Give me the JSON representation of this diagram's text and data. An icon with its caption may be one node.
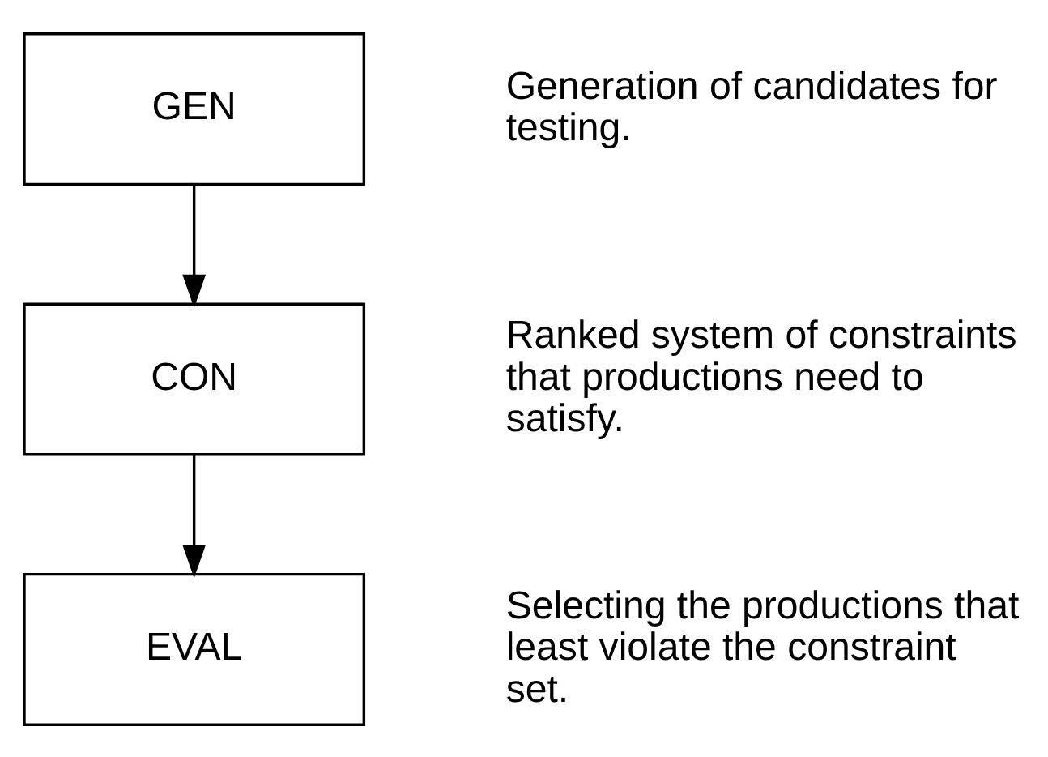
{
  "diagram": {
    "nodes": [
      {
        "text": [
          "GEN"
        ],
        "beside": [
          "Generation of candidates for testing."
        ]
      },
      {
        "text": [
          "CON"
        ],
        "beside": [
          "Ranked system of constraints that productions need to satisfy."
        ]
      },
      {
        "text": [
          "EVAL"
        ],
        "beside": [
          "Selecting the productions that least violate the constraint set."
        ]
      }
    ],
    "edges": [
      {
        "from": 0,
        "to": 1,
        "arrow": "to"
      },
      {
        "from": 1,
        "to": 2,
        "arrow": "to"
      }
    ]
  }
}
